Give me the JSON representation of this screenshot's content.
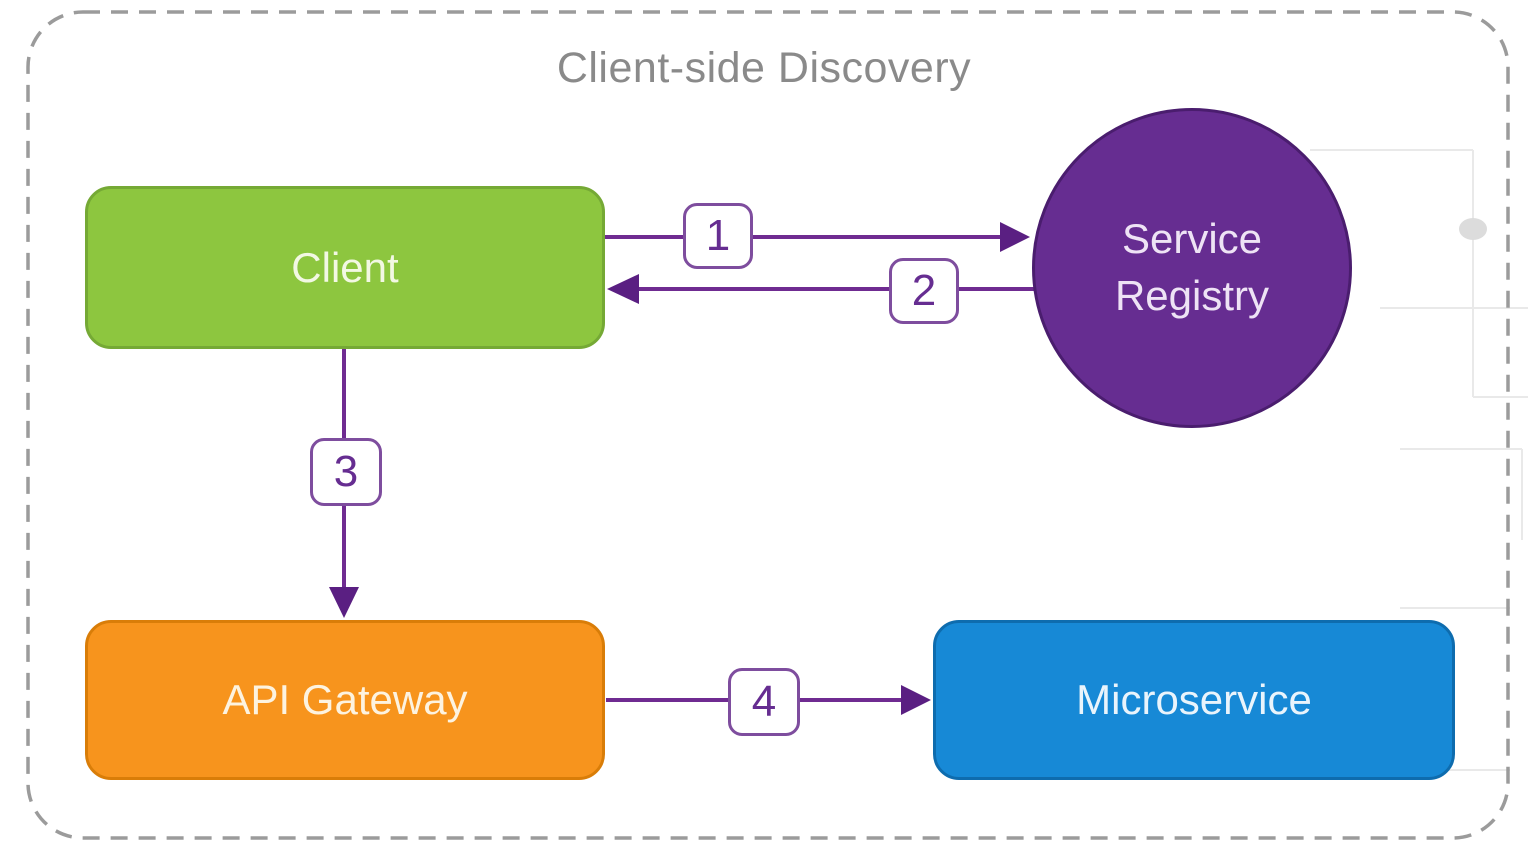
{
  "diagram_title": "Client-side Discovery",
  "frame": {
    "style": "dashed-rounded-rectangle",
    "color": "#9b9b9b"
  },
  "nodes": {
    "client": {
      "label": "Client",
      "shape": "rounded-rectangle",
      "fill": "#8dc63f",
      "border": "#75a935",
      "text_color": "#f2f8e3"
    },
    "service_registry": {
      "label": "Service Registry",
      "shape": "circle",
      "fill": "#662d91",
      "border": "#4a1d6e",
      "text_color": "#eee3f5"
    },
    "api_gateway": {
      "label": "API Gateway",
      "shape": "rounded-rectangle",
      "fill": "#f7941d",
      "border": "#d97d08",
      "text_color": "#fdf3e0"
    },
    "microservice": {
      "label": "Microservice",
      "shape": "rounded-rectangle",
      "fill": "#1789d6",
      "border": "#0e6cae",
      "text_color": "#e9f4fc"
    }
  },
  "flow_steps": [
    {
      "number": "1",
      "from": "Client",
      "to": "Service Registry"
    },
    {
      "number": "2",
      "from": "Service Registry",
      "to": "Client"
    },
    {
      "number": "3",
      "from": "Client",
      "to": "API Gateway"
    },
    {
      "number": "4",
      "from": "API Gateway",
      "to": "Microservice"
    }
  ],
  "colors": {
    "arrow_line": "#6f2b91",
    "arrow_head": "#5a1f82",
    "step_badge_border": "#7e4d9e",
    "step_badge_text": "#662d91",
    "step_badge_bg": "#ffffff",
    "title_text": "#8a8a8a",
    "background": "#ffffff",
    "faded_artifact": "#e9e9e9"
  }
}
